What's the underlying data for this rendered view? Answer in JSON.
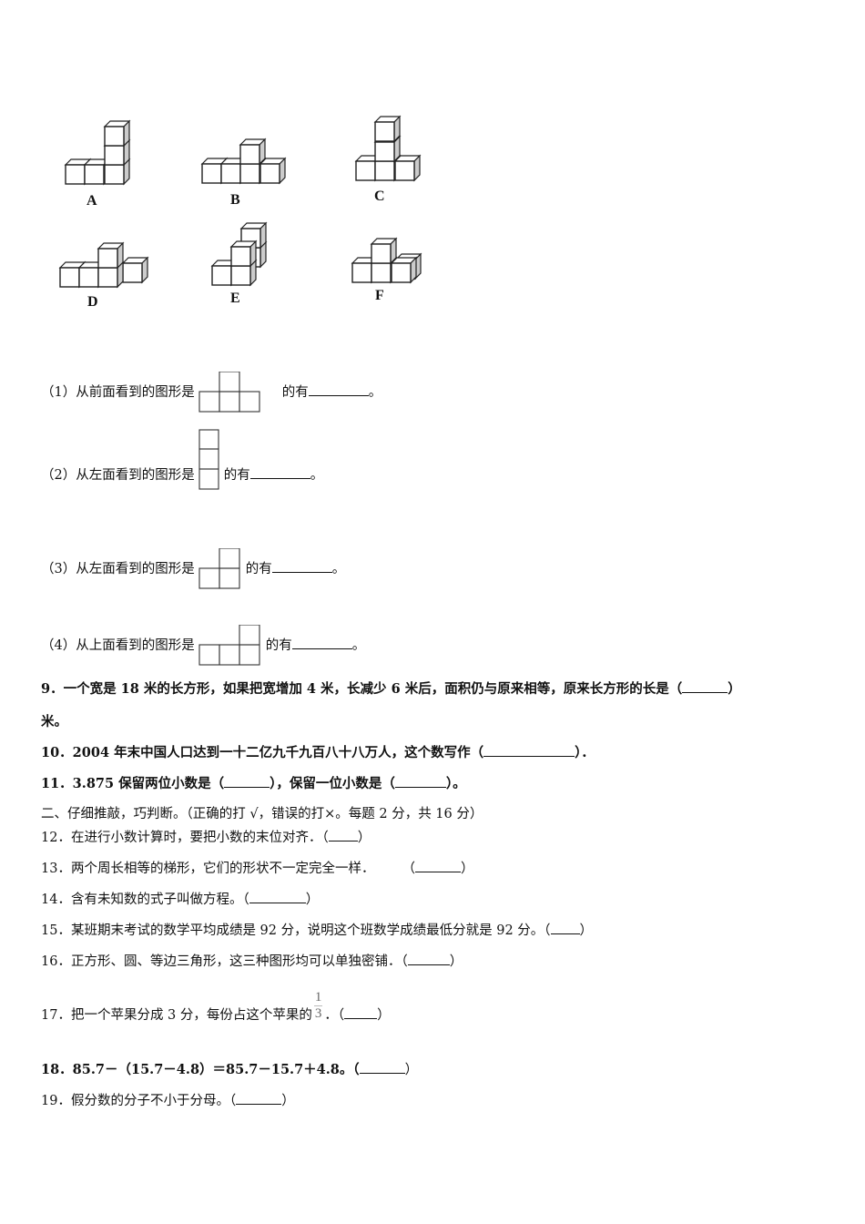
{
  "figures": {
    "labels": [
      "A",
      "B",
      "C",
      "D",
      "E",
      "F"
    ]
  },
  "sub_questions": [
    {
      "prefix": "（1）从前面看到的图形是",
      "suffix": "的有",
      "end": "。",
      "view": "front-view-t-shape"
    },
    {
      "prefix": "（2）从左面看到的图形是",
      "suffix": "的有",
      "end": "。",
      "view": "left-view-column-3"
    },
    {
      "prefix": "（3）从左面看到的图形是",
      "suffix": "的有",
      "end": "。",
      "view": "left-view-l-shape"
    },
    {
      "prefix": "（4）从上面看到的图形是",
      "suffix": "的有",
      "end": "。",
      "view": "top-view-l-shape"
    }
  ],
  "questions": {
    "q9": {
      "line1": "9．一个宽是 18 米的长方形，如果把宽增加 4 米，长减少 6 米后，面积仍与原来相等，原来长方形的长是（",
      "line1_end": "）",
      "line2": "米。"
    },
    "q10": {
      "text": "10．2004 年末中国人口达到一十二亿九千九百八十八万人，这个数写作（",
      "end": "）．"
    },
    "q11": {
      "text": "11．3.875 保留两位小数是（",
      "mid": "），保留一位小数是（",
      "end": "）。"
    },
    "section2": "二、仔细推敲，巧判断。（正确的打 √，错误的打×。每题 2 分，共 16 分）",
    "q12": {
      "text": "12．在进行小数计算时，要把小数的末位对齐．（",
      "end": "）"
    },
    "q13": {
      "text": "13．两个周长相等的梯形，它们的形状不一定完全一样．",
      "open": "（",
      "end": "）"
    },
    "q14": {
      "text": "14．含有未知数的式子叫做方程。（",
      "end": "）"
    },
    "q15": {
      "text": "15．某班期末考试的数学平均成绩是 92 分，说明这个班数学成绩最低分就是 92 分。（",
      "end": "）"
    },
    "q16": {
      "text": "16．正方形、圆、等边三角形，这三种图形均可以单独密铺．（",
      "end": "）"
    },
    "q17": {
      "text": "17．把一个苹果分成 3 分，每份占这个苹果的",
      "frac_num": "1",
      "frac_den": "3",
      "after": "．（",
      "end": "）"
    },
    "q18": {
      "text": "18．85.7－（15.7－4.8）＝85.7－15.7＋4.8。（",
      "end": "）"
    },
    "q19": {
      "text": "19．假分数的分子不小于分母。（",
      "end": "）"
    }
  }
}
